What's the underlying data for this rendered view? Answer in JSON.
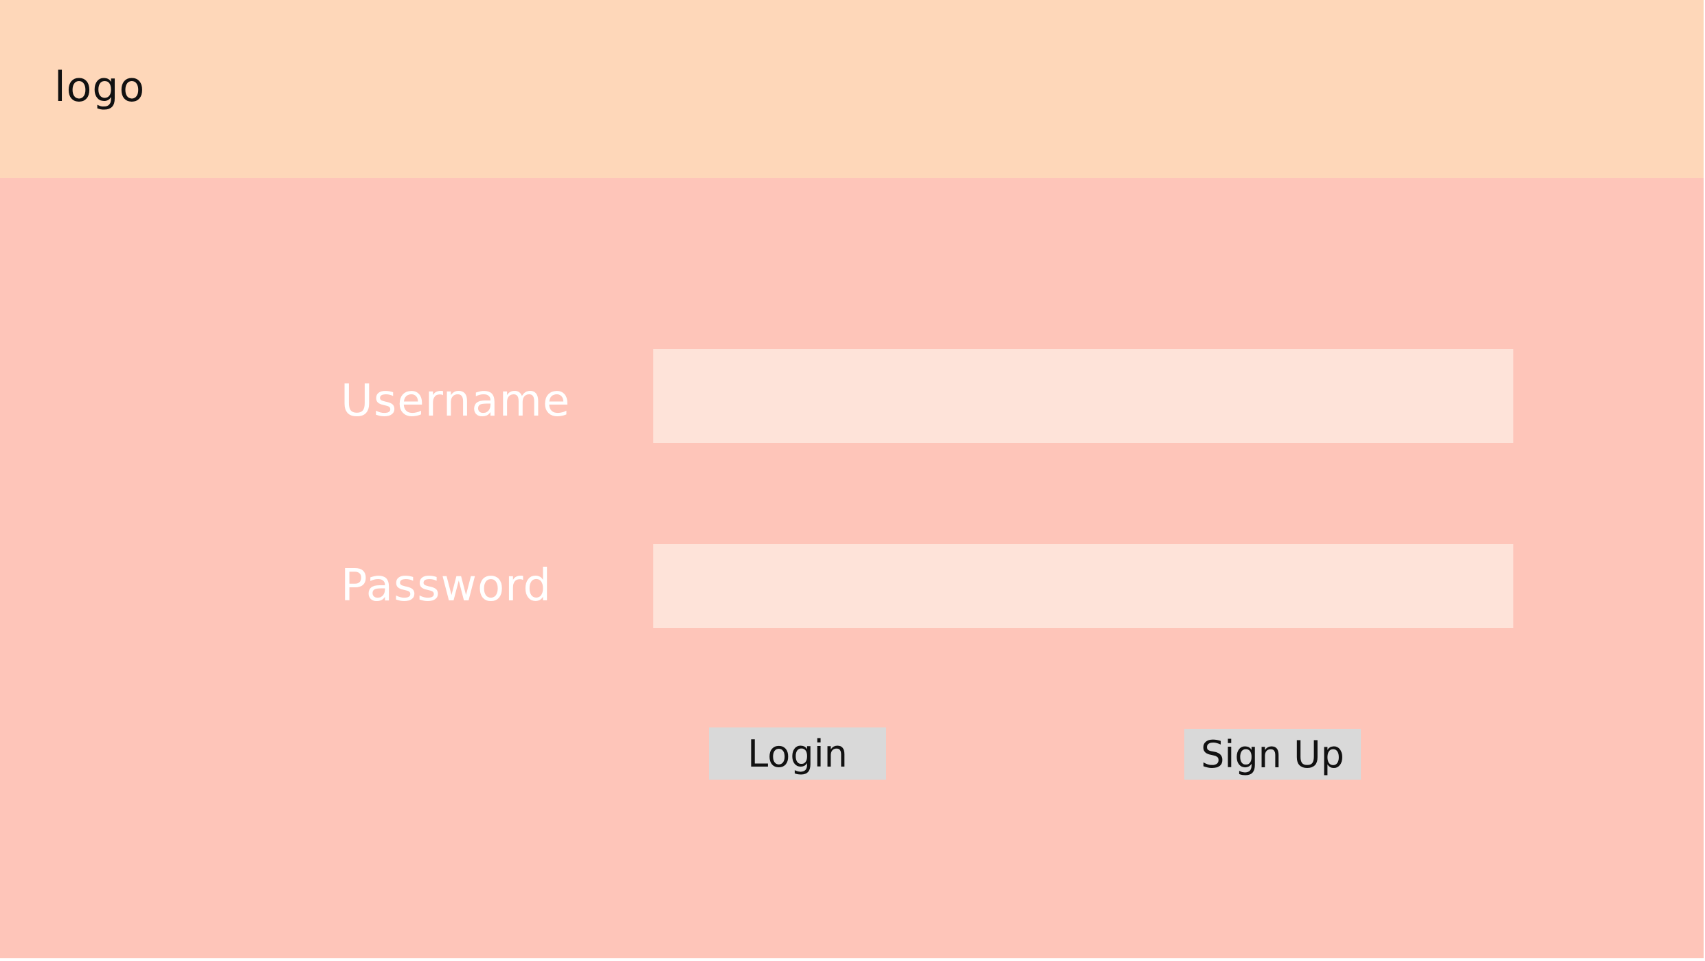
{
  "header": {
    "logo_text": "logo"
  },
  "form": {
    "username_label": "Username",
    "username_value": "",
    "password_label": "Password",
    "password_value": ""
  },
  "actions": {
    "login_label": "Login",
    "signup_label": "Sign Up"
  },
  "colors": {
    "header_bg": "#fed7b9",
    "main_bg": "#fec5b9",
    "input_bg": "#fee3d9",
    "button_bg": "#d9d9d9",
    "label_text": "#ffffff"
  }
}
